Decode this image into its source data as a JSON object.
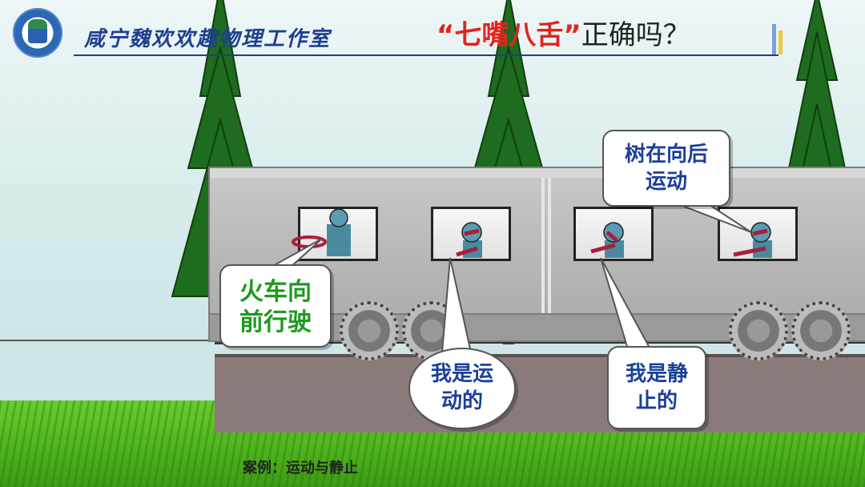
{
  "header": {
    "studio_name": "咸宁魏欢欢趣物理工作室",
    "title_quote": "“七嘴八舌”",
    "title_rest": "正确吗？"
  },
  "bubbles": {
    "train_forward": [
      "火车向",
      "前行驶"
    ],
    "i_am_moving": [
      "我是运",
      "动的"
    ],
    "i_am_still": [
      "我是静",
      "止的"
    ],
    "trees_backward": [
      "树在向后",
      "运动"
    ]
  },
  "footer": {
    "case_label": "案例：运动与静止"
  },
  "colors": {
    "studio_text": "#1f3f8f",
    "title_red": "#e2241f",
    "bubble_green": "#1d9a1d",
    "bubble_blue": "#1b3f9a",
    "tree": "#1f6b1f",
    "train": "#bdbdbd"
  }
}
